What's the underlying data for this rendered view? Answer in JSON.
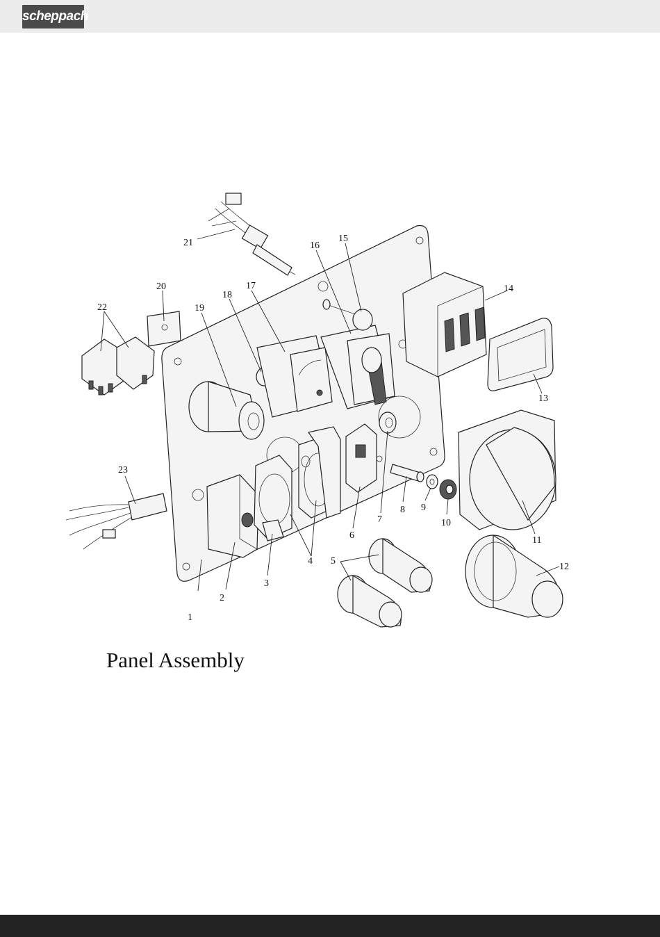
{
  "header": {
    "logo_text": "scheppach"
  },
  "diagram": {
    "caption": "Panel Assembly",
    "callouts": [
      "1",
      "2",
      "3",
      "4",
      "5",
      "6",
      "7",
      "8",
      "9",
      "10",
      "11",
      "12",
      "13",
      "14",
      "15",
      "16",
      "17",
      "18",
      "19",
      "20",
      "21",
      "22",
      "23"
    ]
  },
  "colors": {
    "header_bg": "#ececec",
    "logo_bg": "#4a4a4a",
    "footer_bg": "#222222"
  }
}
